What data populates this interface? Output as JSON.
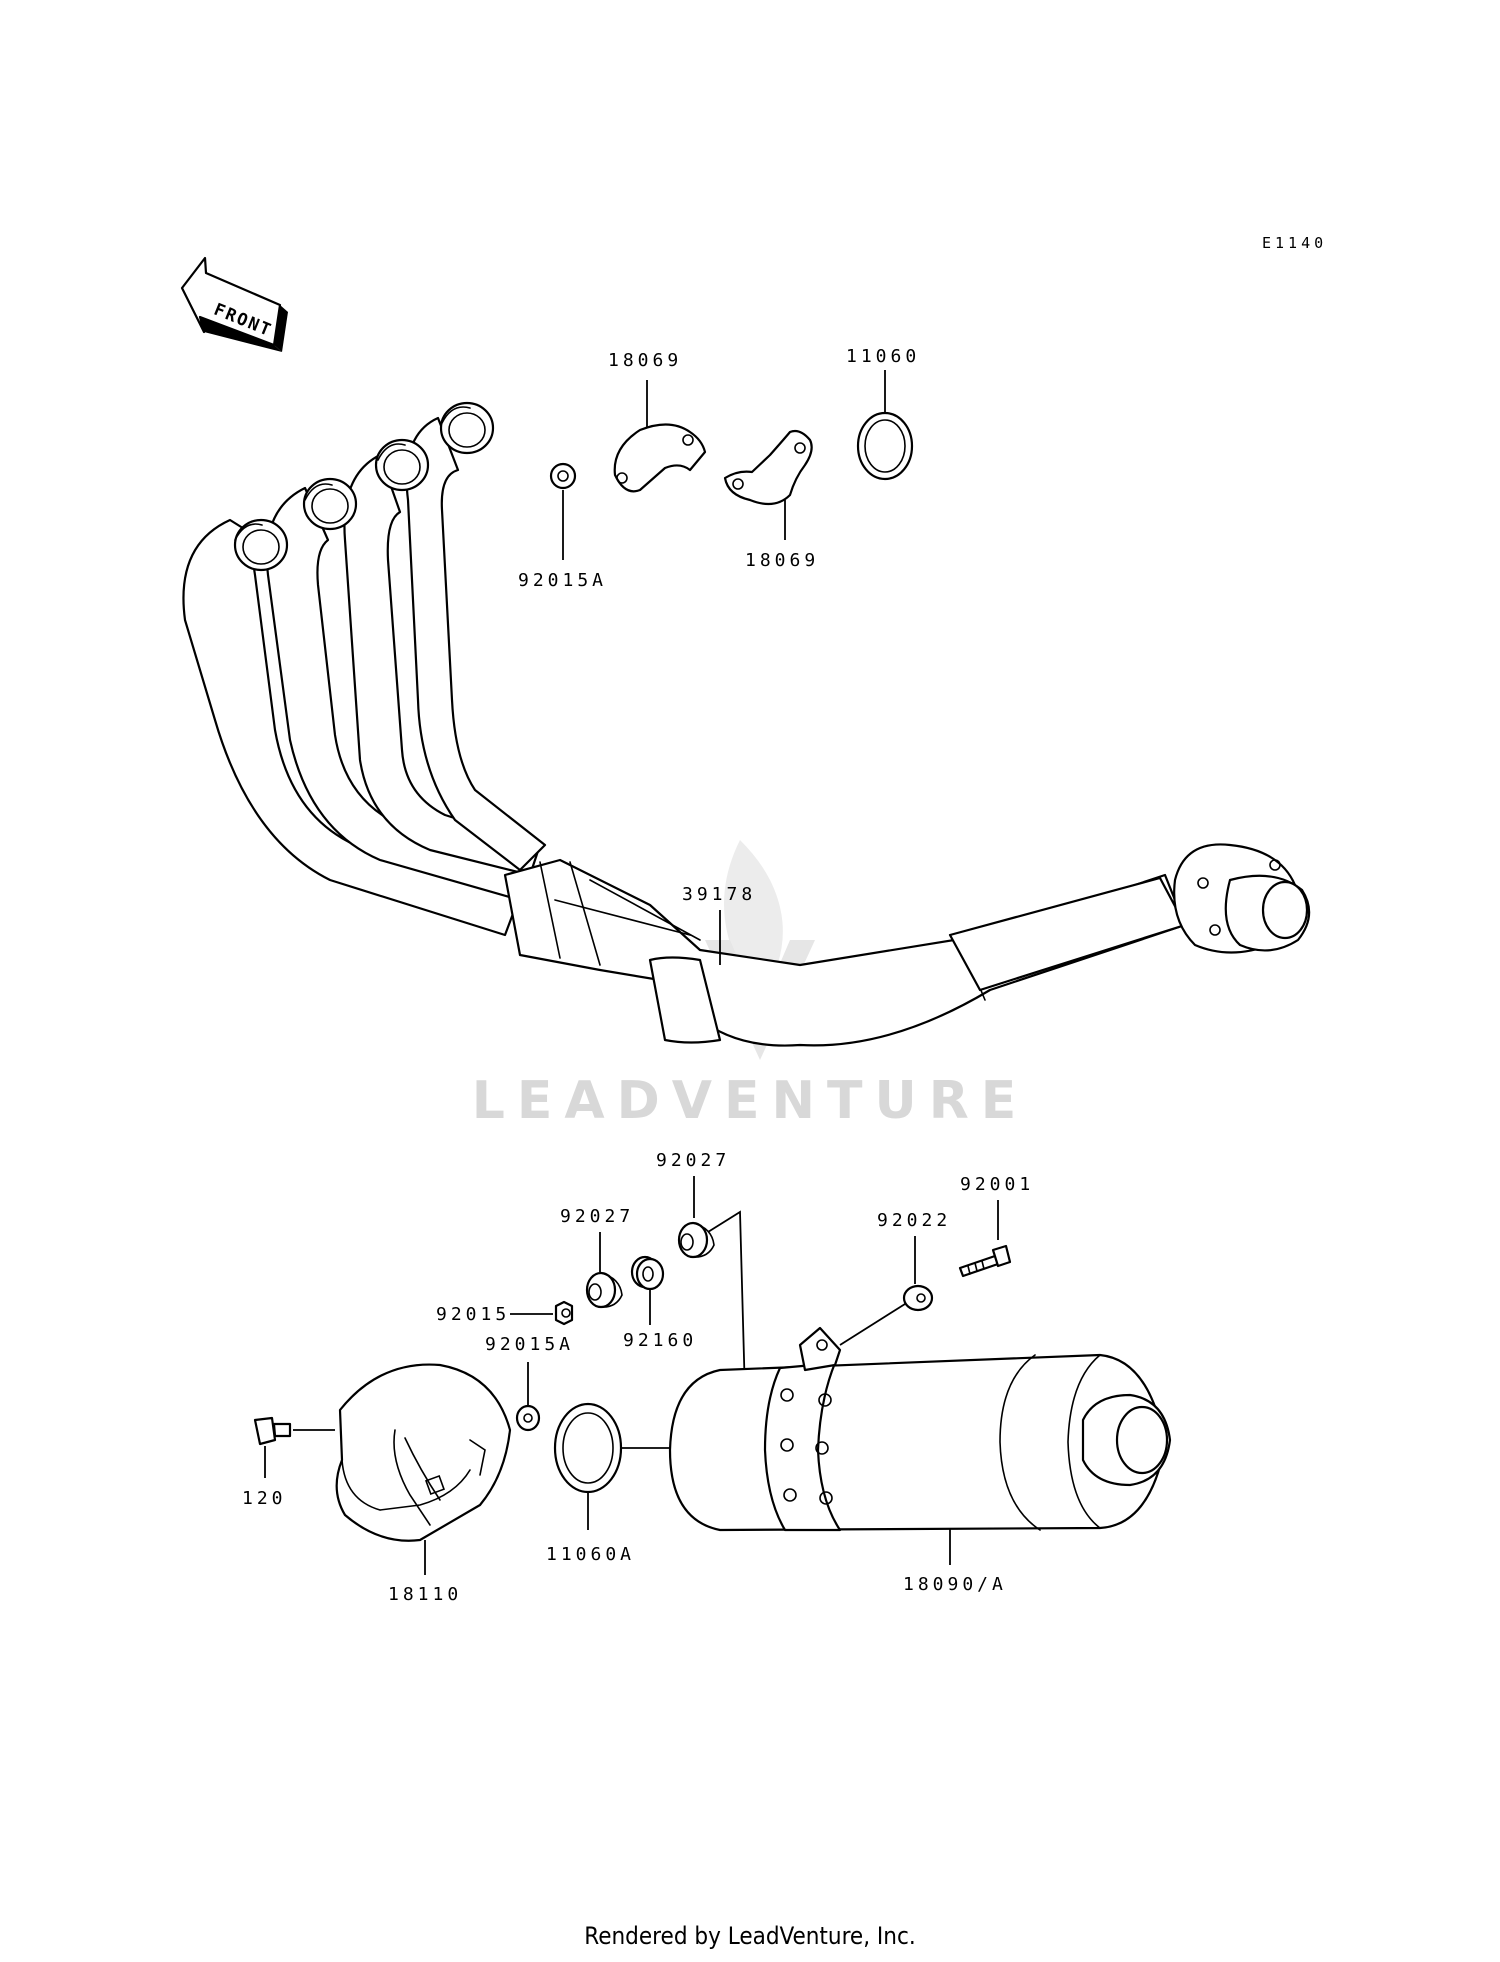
{
  "diagram_code": "E1140",
  "front_label": "FRONT",
  "watermark": "LEADVENTURE",
  "footer": "Rendered by LeadVenture, Inc.",
  "labels": {
    "p18069_top": "18069",
    "p11060": "11060",
    "p92015a_top": "92015A",
    "p18069_bottom": "18069",
    "p39178": "39178",
    "p92027_right": "92027",
    "p92027_left": "92027",
    "p92001": "92001",
    "p92022": "92022",
    "p92015": "92015",
    "p92160": "92160",
    "p92015a_bottom": "92015A",
    "p120": "120",
    "p11060a": "11060A",
    "p18110": "18110",
    "p18090a": "18090/A"
  }
}
